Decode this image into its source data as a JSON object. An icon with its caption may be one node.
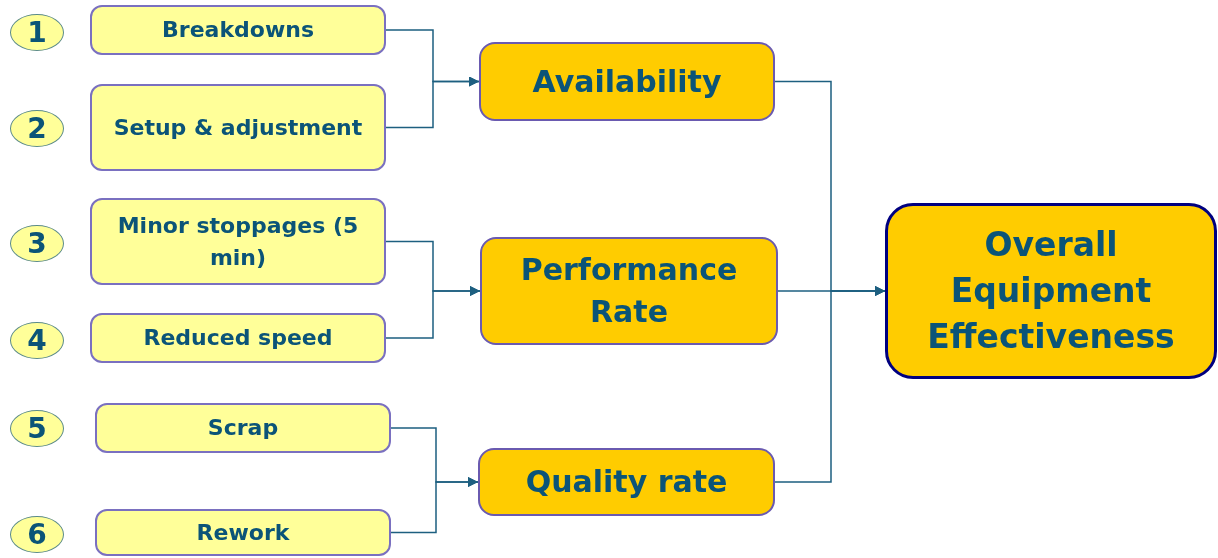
{
  "diagram": {
    "nodes": [
      {
        "text": [
          "1"
        ]
      },
      {
        "text": [
          "2"
        ]
      },
      {
        "text": [
          "3"
        ]
      },
      {
        "text": [
          "4"
        ]
      },
      {
        "text": [
          "5"
        ]
      },
      {
        "text": [
          "6"
        ]
      },
      {
        "text": [
          "Breakdowns"
        ]
      },
      {
        "text": [
          "Setup & adjustment"
        ]
      },
      {
        "text": [
          "Minor stoppages (5 min)"
        ]
      },
      {
        "text": [
          "Reduced speed"
        ]
      },
      {
        "text": [
          "Scrap"
        ]
      },
      {
        "text": [
          "Rework"
        ]
      },
      {
        "text": [
          "Availability"
        ]
      },
      {
        "text": [
          "Performance Rate"
        ]
      },
      {
        "text": [
          "Quality rate"
        ]
      },
      {
        "text": [
          "Overall Equipment Effectiveness"
        ]
      }
    ],
    "edges": [
      {
        "from": 6,
        "to": 12,
        "arrow": "to"
      },
      {
        "from": 7,
        "to": 12,
        "arrow": "to"
      },
      {
        "from": 8,
        "to": 13,
        "arrow": "to"
      },
      {
        "from": 9,
        "to": 13,
        "arrow": "to"
      },
      {
        "from": 10,
        "to": 14,
        "arrow": "to"
      },
      {
        "from": 11,
        "to": 14,
        "arrow": "to"
      },
      {
        "from": 12,
        "to": 15,
        "arrow": "to"
      },
      {
        "from": 13,
        "to": 15,
        "arrow": "to"
      },
      {
        "from": 14,
        "to": 15,
        "arrow": "to"
      }
    ]
  }
}
